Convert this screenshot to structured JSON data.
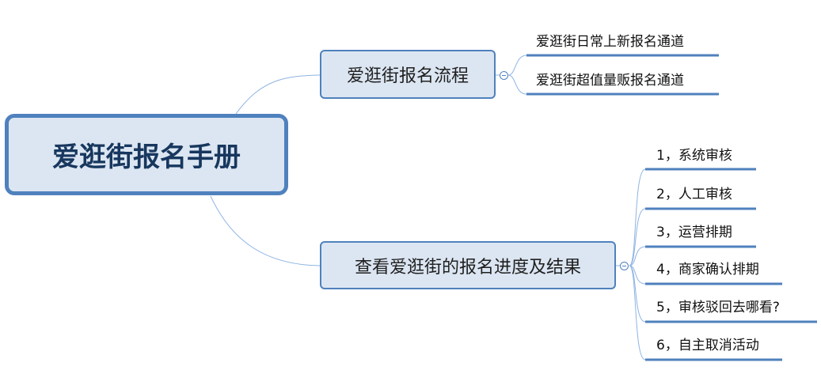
{
  "root": {
    "label": "爱逛街报名手册"
  },
  "branches": [
    {
      "label": "爱逛街报名流程",
      "children": [
        "爱逛街日常上新报名通道",
        "爱逛街超值量贩报名通道"
      ]
    },
    {
      "label": "查看爱逛街的报名进度及结果",
      "children": [
        "1，系统审核",
        "2，人工审核",
        "3，运营排期",
        "4，商家确认排期",
        "5，审核驳回去哪看?",
        "6，自主取消活动"
      ]
    }
  ],
  "colors": {
    "node_fill": "#dce6f2",
    "node_border": "#4f81bd",
    "connector": "#8eb4e3",
    "underline": "#4f81bd"
  }
}
